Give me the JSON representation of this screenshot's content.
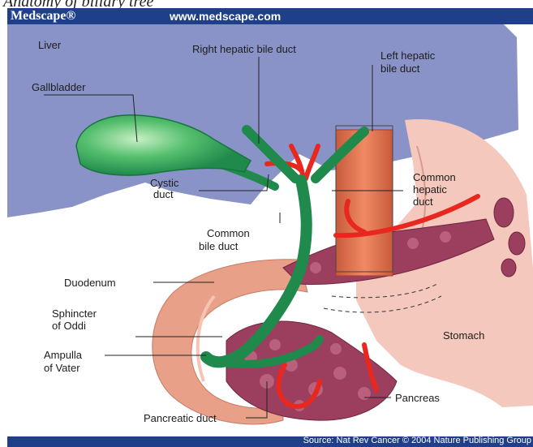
{
  "caption": "Anatomy of biliary tree",
  "header": {
    "brand": "Medscape®",
    "url": "www.medscape.com"
  },
  "footer": {
    "source": "Source: Nat Rev Cancer © 2004 Nature Publishing Group"
  },
  "labels": {
    "liver": "Liver",
    "right_hepatic": "Right hepatic bile duct",
    "left_hepatic_1": "Left hepatic",
    "left_hepatic_2": "bile duct",
    "gallbladder": "Gallbladder",
    "cystic_1": "Cystic",
    "cystic_2": "duct",
    "common_hepatic_1": "Common",
    "common_hepatic_2": "hepatic",
    "common_hepatic_3": "duct",
    "common_bile_1": "Common",
    "common_bile_2": "bile duct",
    "duodenum": "Duodenum",
    "sphincter_1": "Sphincter",
    "sphincter_2": "of Oddi",
    "stomach": "Stomach",
    "ampulla_1": "Ampulla",
    "ampulla_2": "of Vater",
    "pancreas": "Pancreas",
    "pancreatic_duct": "Pancreatic duct"
  },
  "colors": {
    "liver": "#8a93c8",
    "bile_duct": "#1f8a4c",
    "gallbladder": "#26a353",
    "artery": "#e8281e",
    "pancreas": "#9c3f5f",
    "duodenum": "#e8a088",
    "stomach": "#f4c8bc",
    "header": "#1f3f8a"
  }
}
